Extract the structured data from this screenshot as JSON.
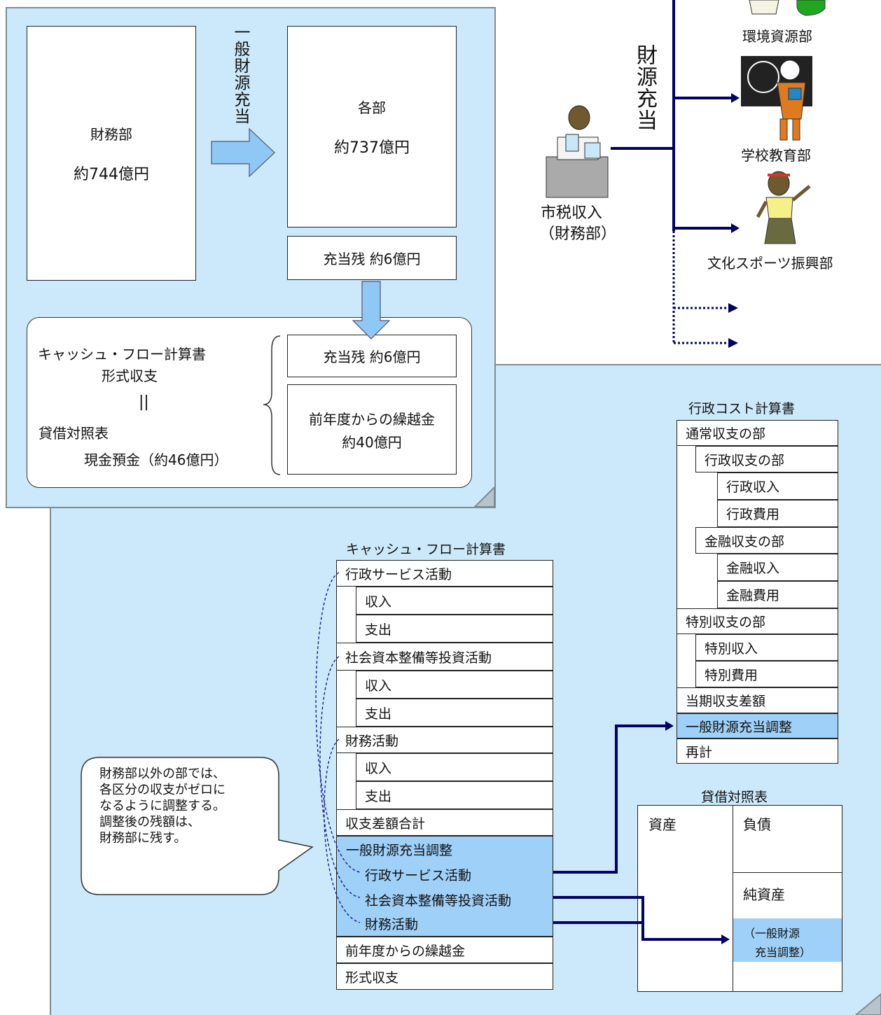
{
  "top_flow": {
    "finance_box": {
      "name": "財務部",
      "amount": "約744億円"
    },
    "vertical_label": "一般財源充当",
    "departments_box": {
      "name": "各部",
      "amount": "約737億円"
    },
    "remainder_box": "充当残 約6億円",
    "cashflow_label": "キャッシュ・フロー計算書",
    "form_balance_label": "形式収支",
    "equals": "||",
    "balance_sheet_label": "貸借対照表",
    "cash_deposit_label": "現金預金（約46億円）",
    "remainder_box_2": "充当残 約6億円",
    "carryover_box": {
      "line1": "前年度からの繰越金",
      "line2": "約40億円"
    }
  },
  "allocation_tree": {
    "label": "財源充当",
    "source_lines": [
      "市税収入",
      "（財務部）"
    ],
    "departments": [
      "環境資源部",
      "学校教育部",
      "文化スポーツ振興部"
    ]
  },
  "cashflow_statement": {
    "title": "キャッシュ・フロー計算書",
    "rows": {
      "admin": "行政サービス活動",
      "admin_in": "収入",
      "admin_out": "支出",
      "capital": "社会資本整備等投資活動",
      "capital_in": "収入",
      "capital_out": "支出",
      "finance": "財務活動",
      "finance_in": "収入",
      "finance_out": "支出",
      "total": "収支差額合計",
      "adjust": "一般財源充当調整",
      "adjust_admin": "行政サービス活動",
      "adjust_capital": "社会資本整備等投資活動",
      "adjust_finance": "財務活動",
      "carryover": "前年度からの繰越金",
      "form_balance": "形式収支"
    }
  },
  "admin_cost_statement": {
    "title": "行政コスト計算書",
    "rows": {
      "ordinary": "通常収支の部",
      "admin": "行政収支の部",
      "admin_in": "行政収入",
      "admin_out": "行政費用",
      "finance": "金融収支の部",
      "finance_in": "金融収入",
      "finance_out": "金融費用",
      "special": "特別収支の部",
      "special_in": "特別収入",
      "special_out": "特別費用",
      "period": "当期収支差額",
      "adjust": "一般財源充当調整",
      "recalc": "再計"
    }
  },
  "balance_sheet": {
    "title": "貸借対照表",
    "assets": "資産",
    "liabilities": "負債",
    "net_assets": "純資産",
    "adjust_line1": "（一般財源",
    "adjust_line2": "充当調整）"
  },
  "callout": {
    "lines": [
      "財務部以外の部では、",
      "各区分の収支がゼロに",
      "なるように調整する。",
      "調整後の残額は、",
      "財務部に残す。"
    ]
  },
  "colors": {
    "panel": "#cce9fb",
    "highlight": "#9ed0f8",
    "navy_arrow": "#000066",
    "block_arrow": "#8fc7f5"
  },
  "icons": [
    "accountant-icon",
    "teacher-icon",
    "dancer-icon",
    "environment-worker-icon"
  ]
}
